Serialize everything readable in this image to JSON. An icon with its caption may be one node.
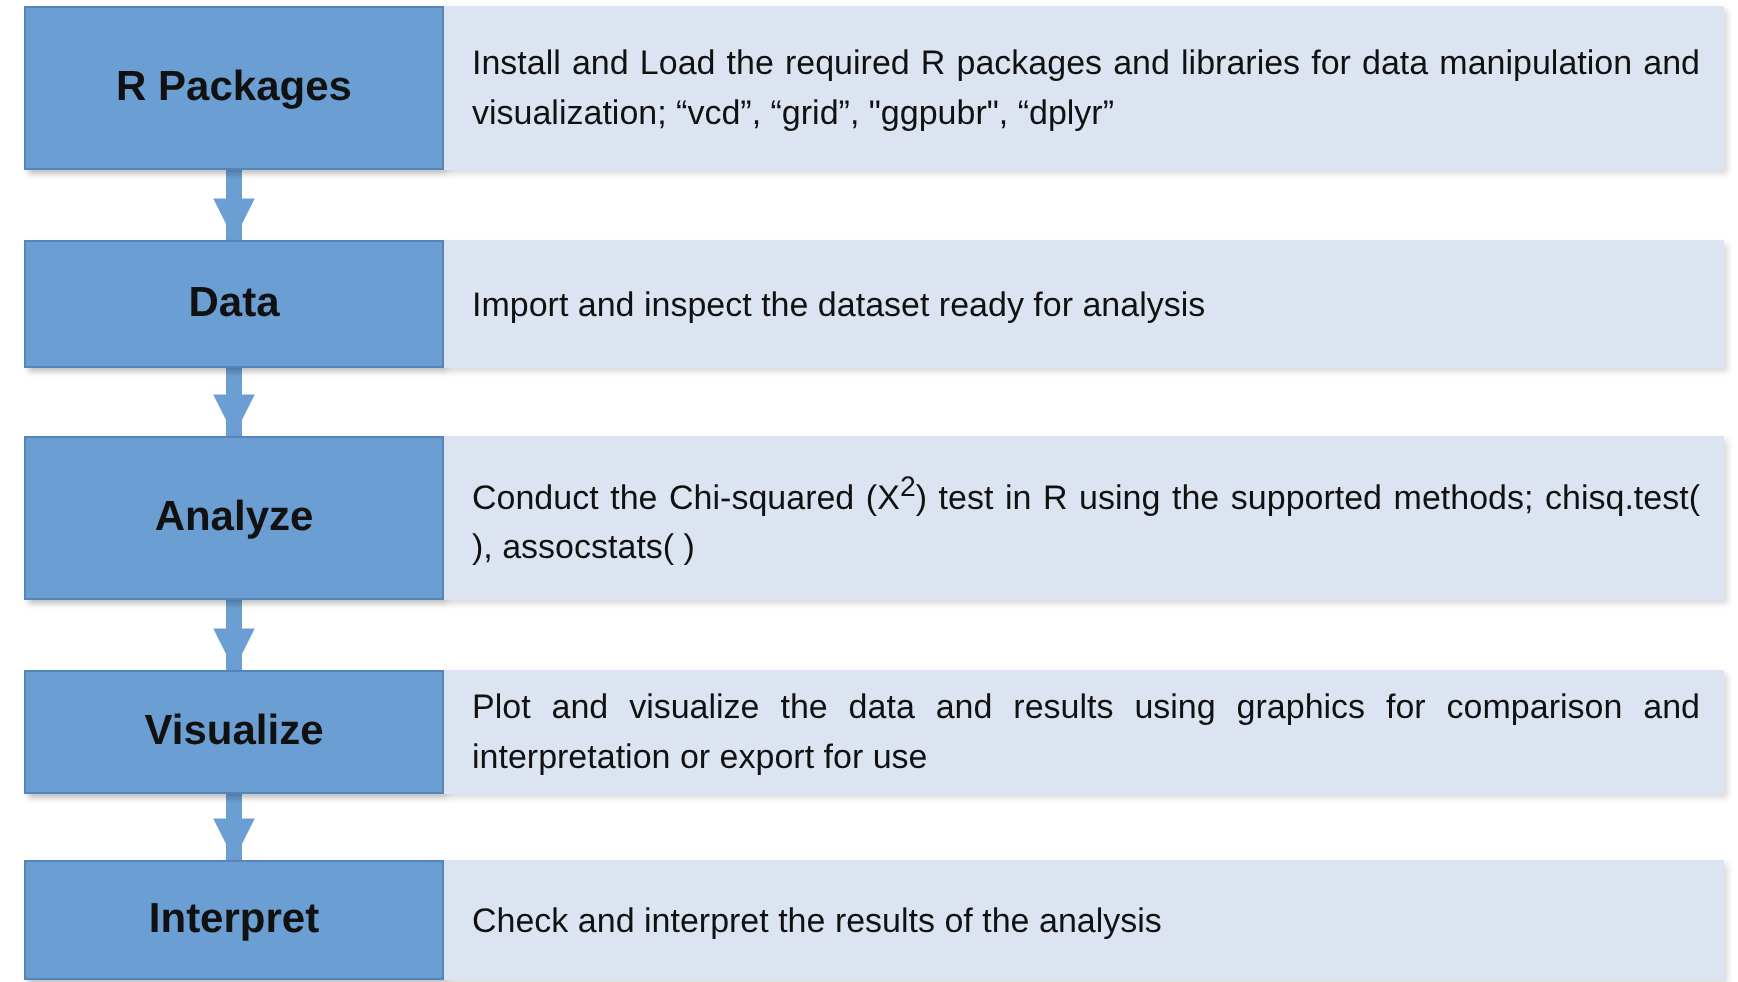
{
  "diagram": {
    "nodes": [
      {
        "text": [
          "R Packages"
        ]
      },
      {
        "text": [
          "Install and Load the required R packages and libraries for data manipulation and visualization; “vcd”, “grid”, \"ggpubr\", “dplyr”"
        ]
      },
      {
        "text": [
          "Data"
        ]
      },
      {
        "text": [
          "Import and inspect the dataset ready for analysis"
        ]
      },
      {
        "text": [
          "Analyze"
        ]
      },
      {
        "text": [
          "Conduct the Chi-squared (X$^{2}$) test in R using the supported methods; chisq.test( ), assocstats( )"
        ]
      },
      {
        "text": [
          "Visualize"
        ]
      },
      {
        "text": [
          "Plot and visualize the data and results using graphics for comparison and interpretation or export for use"
        ]
      },
      {
        "text": [
          "Interpret"
        ]
      },
      {
        "text": [
          "Check and interpret the results of the analysis"
        ]
      }
    ],
    "edges": [
      {
        "from": 0,
        "to": 2,
        "arrow": "to"
      },
      {
        "from": 2,
        "to": 4,
        "arrow": "to"
      },
      {
        "from": 4,
        "to": 6,
        "arrow": "to"
      },
      {
        "from": 6,
        "to": 8,
        "arrow": "to"
      }
    ]
  }
}
